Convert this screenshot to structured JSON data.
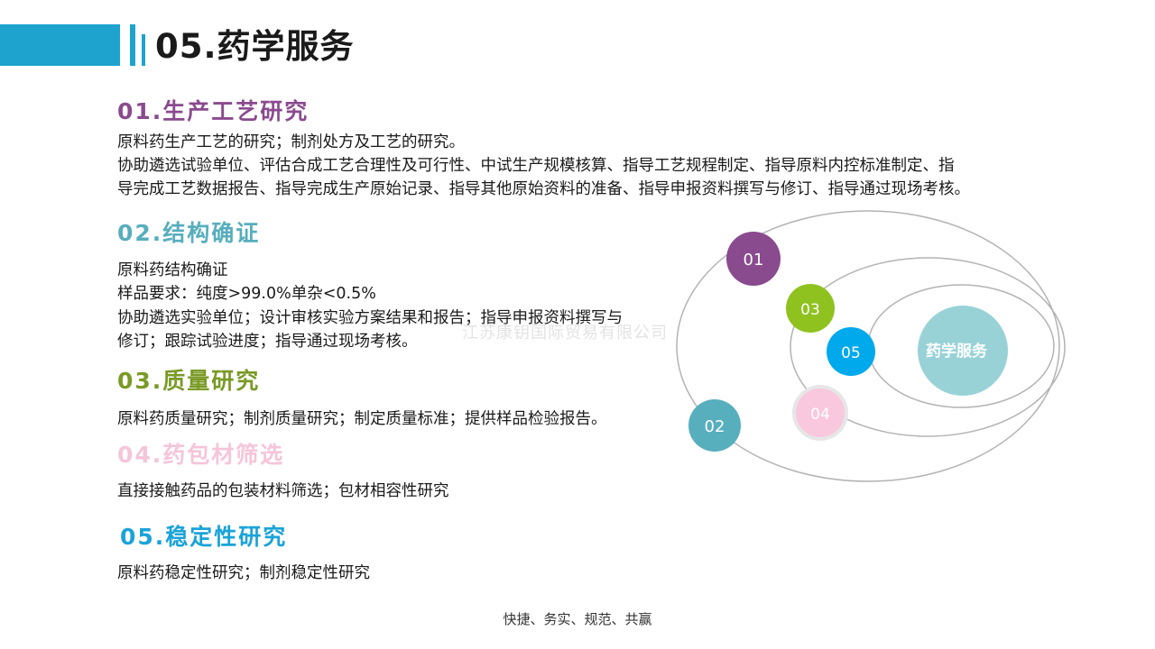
{
  "page": {
    "title": "05.药学服务",
    "watermark": "江苏康钥国际贸易有限公司",
    "footer": "快捷、务实、规范、共赢"
  },
  "colors": {
    "header_bar": "#1ea3cf",
    "s1": "#8a4a8e",
    "s2": "#57aebd",
    "s3": "#7a9a26",
    "s4": "#f5c5da",
    "s5": "#1aa3d9",
    "center": "#98d2d7"
  },
  "sections": [
    {
      "title": "01.生产工艺研究",
      "lines": [
        "原料药生产工艺的研究；制剂处方及工艺的研究。",
        "协助遴选试验单位、评估合成工艺合理性及可行性、中试生产规模核算、指导工艺规程制定、指导原料内控标准制定、指",
        "导完成工艺数据报告、指导完成生产原始记录、指导其他原始资料的准备、指导申报资料撰写与修订、指导通过现场考核。"
      ]
    },
    {
      "title": "02.结构确证",
      "lines": [
        "原料药结构确证",
        "样品要求：纯度>99.0%单杂<0.5%",
        "协助遴选实验单位；设计审核实验方案结果和报告；指导申报资料撰写与",
        "修订；跟踪试验进度；指导通过现场考核。"
      ]
    },
    {
      "title": "03.质量研究",
      "lines": [
        "原料药质量研究；制剂质量研究；制定质量标准；提供样品检验报告。"
      ]
    },
    {
      "title": "04.药包材筛选",
      "lines": [
        "直接接触药品的包装材料筛选；包材相容性研究"
      ]
    },
    {
      "title": "05.稳定性研究",
      "lines": [
        "原料药稳定性研究；制剂稳定性研究"
      ]
    }
  ],
  "diagram": {
    "center_label": "药学服务",
    "nodes": [
      "01",
      "02",
      "03",
      "04",
      "05"
    ]
  }
}
